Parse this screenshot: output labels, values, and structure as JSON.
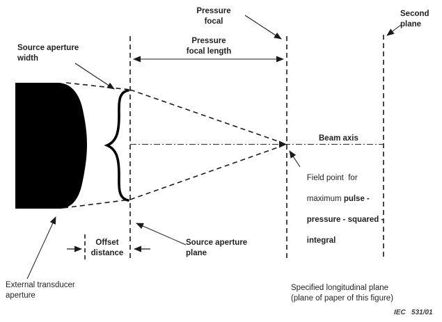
{
  "figure": {
    "description": "Ultrasound transducer beam geometry diagram",
    "reference": "IEC   531/01"
  },
  "labels": {
    "source_aperture_width": "Source aperture\nwidth",
    "pressure_focal": "Pressure\nfocal",
    "pressure_focal_length": "Pressure\nfocal length",
    "second_plane": "Second\nplane",
    "beam_axis": "Beam axis",
    "field_point": {
      "line1": "Field point  for",
      "line2_normal": "maximum ",
      "line2_bold": "pulse -",
      "line3": "pressure - squared -",
      "line4": "integral"
    },
    "offset_distance": "Offset\ndistance",
    "source_aperture_plane": "Source aperture\nplane",
    "external_transducer_aperture": "External transducer\naperture",
    "specified_longitudinal_plane": "Specified longitudinal plane\n(plane of paper of this figure)"
  },
  "colors": {
    "background": "#ffffff",
    "line": "#1a1a1a",
    "text": "#231f20",
    "shape_fill": "#000000"
  }
}
